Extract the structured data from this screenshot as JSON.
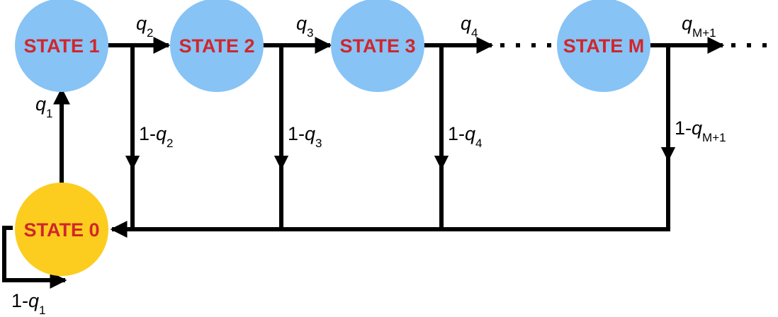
{
  "colors": {
    "state_fill": "#87c3f5",
    "state0_fill": "#fccd1e",
    "state_label": "#d0262c",
    "line": "#000000"
  },
  "states": [
    {
      "id": "state-0",
      "label": "STATE 0"
    },
    {
      "id": "state-1",
      "label": "STATE 1"
    },
    {
      "id": "state-2",
      "label": "STATE 2"
    },
    {
      "id": "state-3",
      "label": "STATE 3"
    },
    {
      "id": "state-m",
      "label": "STATE M"
    }
  ],
  "transitions": [
    {
      "id": "q1",
      "prefix": "",
      "var": "q",
      "sub": "1"
    },
    {
      "id": "q2",
      "prefix": "",
      "var": "q",
      "sub": "2"
    },
    {
      "id": "q3",
      "prefix": "",
      "var": "q",
      "sub": "3"
    },
    {
      "id": "q4",
      "prefix": "",
      "var": "q",
      "sub": "4"
    },
    {
      "id": "qm1",
      "prefix": "",
      "var": "q",
      "sub": "M+1"
    },
    {
      "id": "not-q2",
      "prefix": "1-",
      "var": "q",
      "sub": "2"
    },
    {
      "id": "not-q3",
      "prefix": "1-",
      "var": "q",
      "sub": "3"
    },
    {
      "id": "not-q4",
      "prefix": "1-",
      "var": "q",
      "sub": "4"
    },
    {
      "id": "not-qm1",
      "prefix": "1-",
      "var": "q",
      "sub": "M+1"
    },
    {
      "id": "not-q1",
      "prefix": "1-",
      "var": "q",
      "sub": "1"
    }
  ]
}
